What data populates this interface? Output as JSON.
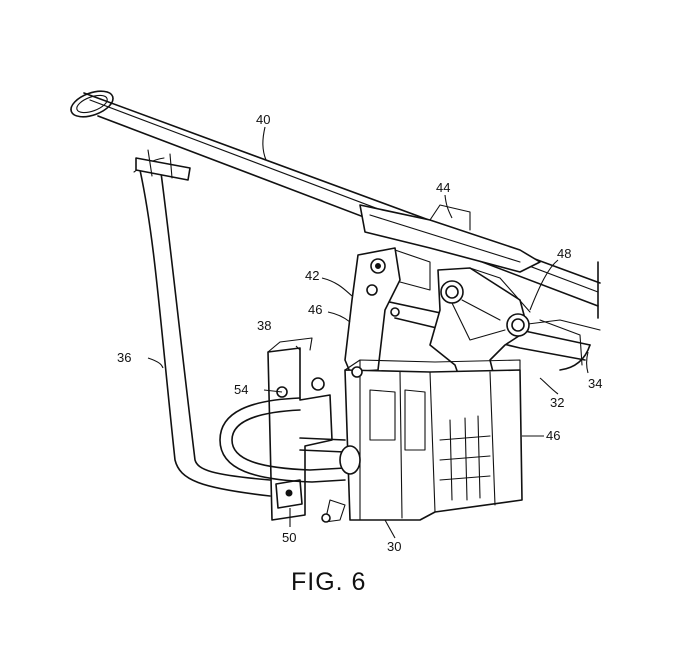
{
  "figure": {
    "caption": "FIG. 6",
    "labels": {
      "l40": "40",
      "l44": "44",
      "l48": "48",
      "l42": "42",
      "l46a": "46",
      "l38": "38",
      "l36": "36",
      "l54": "54",
      "l32": "32",
      "l34": "34",
      "l46b": "46",
      "l50": "50",
      "l30": "30"
    }
  }
}
